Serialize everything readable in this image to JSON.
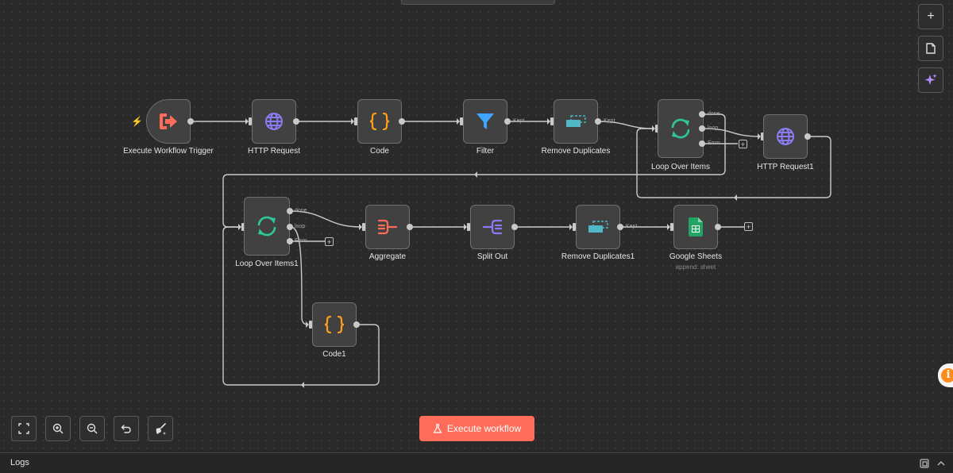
{
  "canvas": {
    "nodes": {
      "execute_trigger": {
        "label": "Execute Workflow Trigger"
      },
      "http_request": {
        "label": "HTTP Request"
      },
      "code": {
        "label": "Code"
      },
      "filter": {
        "label": "Filter",
        "out_label": "Kept"
      },
      "remove_duplicates": {
        "label": "Remove Duplicates",
        "out_label": "Kept"
      },
      "loop_over_items": {
        "label": "Loop Over Items",
        "out_done": "done",
        "out_loop": "loop",
        "out_error": "Error"
      },
      "http_request1": {
        "label": "HTTP Request1"
      },
      "loop_over_items1": {
        "label": "Loop Over Items1",
        "out_done": "done",
        "out_loop": "loop",
        "out_error": "Error"
      },
      "aggregate": {
        "label": "Aggregate"
      },
      "split_out": {
        "label": "Split Out"
      },
      "remove_duplicates1": {
        "label": "Remove Duplicates1",
        "out_label": "Kept"
      },
      "google_sheets": {
        "label": "Google Sheets",
        "sublabel": "append: sheet"
      },
      "code1": {
        "label": "Code1"
      }
    },
    "plus_symbol": "+"
  },
  "toolbar_right": {
    "add_symbol": "+"
  },
  "execute_button": {
    "label": "Execute workflow"
  },
  "logs": {
    "title": "Logs"
  },
  "info": {
    "symbol": "i"
  },
  "colors": {
    "accent": "#ff6d5a",
    "canvas_bg": "#2a2a2a",
    "node_bg": "#414141",
    "wire": "#c9c9c9",
    "globe_purple": "#8b7cf6",
    "code_orange": "#ff9f1a",
    "filter_blue": "#3fa6ff",
    "loop_green": "#2ec79a",
    "dup_teal": "#4fb8c4",
    "sheets_green": "#21a464",
    "merge_red": "#ff6d5a",
    "split_purple": "#8b7cf6"
  },
  "icons": {
    "trigger": "sign-in-arrow-icon",
    "http": "globe-icon",
    "code": "curly-braces-icon",
    "filter": "funnel-icon",
    "dedupe": "remove-duplicates-icon",
    "loop": "refresh-arrows-icon",
    "aggregate": "aggregate-icon",
    "split": "split-out-icon",
    "sheets": "google-sheets-icon"
  }
}
